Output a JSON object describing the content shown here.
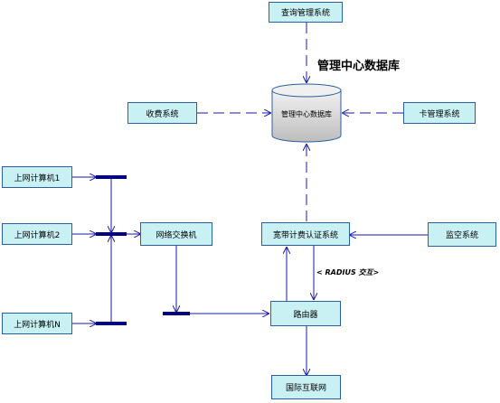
{
  "nodes": {
    "query": "查询管理系统",
    "billing": "收费系统",
    "card": "卡管理系统",
    "db": "管理中心数据库",
    "pc1": "上网计算机1",
    "pc2": "上网计算机2",
    "pcn": "上网计算机N",
    "switch": "网络交换机",
    "broadband": "宽带计费认证系统",
    "monitor": "监空系统",
    "router": "路由器",
    "internet": "国际互联网"
  },
  "labels": {
    "db_title": "管理中心数据库",
    "radius": "< RADIUS 交互>"
  },
  "colors": {
    "box_fill": "#c9f1f4",
    "box_border": "#2a5fa0",
    "line": "#1a1aa6",
    "bus": "#000080"
  }
}
